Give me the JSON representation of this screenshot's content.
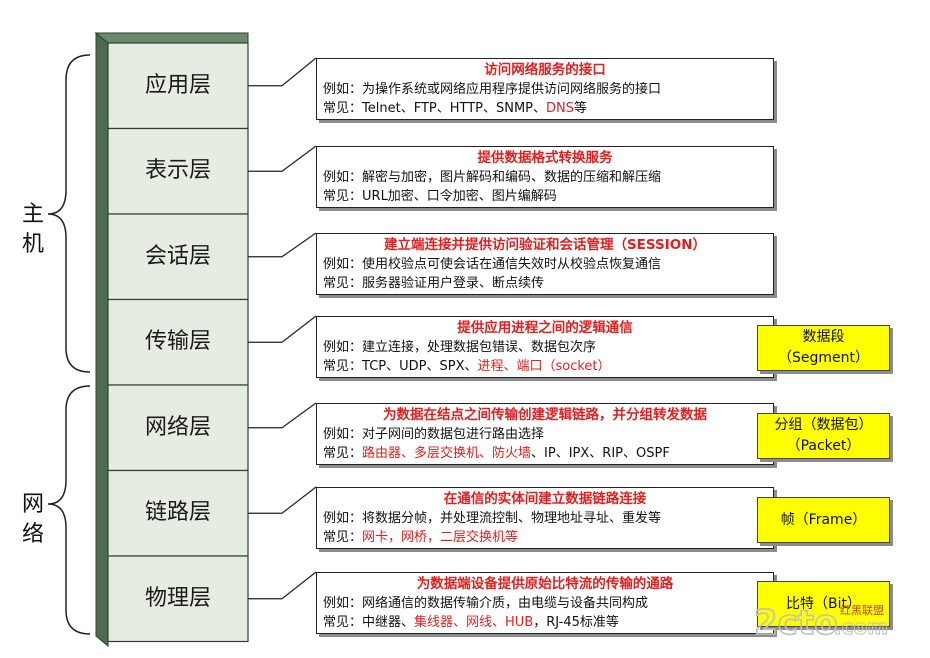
{
  "groups": {
    "host": "主机",
    "network": "网络"
  },
  "layers": [
    {
      "name": "应用层",
      "title": "访问网络服务的接口",
      "example_prefix": "例如：",
      "example": "为操作系统或网络应用程序提供访问网络服务的接口",
      "common_prefix": "常见：",
      "common_black": "Telnet、FTP、HTTP、SNMP、",
      "common_red": "DNS",
      "common_tail": "等"
    },
    {
      "name": "表示层",
      "title": "提供数据格式转换服务",
      "example_prefix": "例如：",
      "example": "解密与加密，图片解码和编码、数据的压缩和解压缩",
      "common_prefix": "常见：",
      "common_black": "URL加密、口令加密、图片编解码",
      "common_red": "",
      "common_tail": ""
    },
    {
      "name": "会话层",
      "title": "建立端连接并提供访问验证和会话管理（SESSION）",
      "example_prefix": "例如：",
      "example": "使用校验点可使会话在通信失效时从校验点恢复通信",
      "common_prefix": "常见：",
      "common_black": "服务器验证用户登录、断点续传",
      "common_red": "",
      "common_tail": ""
    },
    {
      "name": "传输层",
      "title": "提供应用进程之间的逻辑通信",
      "example_prefix": "例如：",
      "example": "建立连接，处理数据包错误、数据包次序",
      "common_prefix": "常见：",
      "common_black": "TCP、UDP、SPX、",
      "common_red": "进程、端口（socket）",
      "common_tail": ""
    },
    {
      "name": "网络层",
      "title": "为数据在结点之间传输创建逻辑链路，并分组转发数据",
      "example_prefix": "例如：",
      "example": "对子网间的数据包进行路由选择",
      "common_prefix": "常见：",
      "common_black": "",
      "common_red": "路由器、多层交换机、防火墙",
      "common_tail": "、IP、IPX、RIP、OSPF"
    },
    {
      "name": "链路层",
      "title": "在通信的实体间建立数据链路连接",
      "example_prefix": "例如：",
      "example": "将数据分帧，并处理流控制、物理地址寻址、重发等",
      "common_prefix": "常见：",
      "common_black": "",
      "common_red": "网卡，网桥，二层交换机等",
      "common_tail": ""
    },
    {
      "name": "物理层",
      "title": "为数据端设备提供原始比特流的传输的通路",
      "example_prefix": "例如：",
      "example": "网络通信的数据传输介质，由电缆与设备共同构成",
      "common_prefix": "常见：",
      "common_black": "中继器、",
      "common_red": "集线器、网线、HUB",
      "common_tail": "，RJ-45标准等"
    }
  ],
  "units": [
    {
      "line1": "数据段",
      "line2": "（Segment）"
    },
    {
      "line1": "分组（数据包）",
      "line2": "（Packet）"
    },
    {
      "line1": "帧（Frame）",
      "line2": ""
    },
    {
      "line1": "比特（Bit）",
      "line2": ""
    }
  ],
  "watermark": {
    "main": "2cto",
    "suffix": ".com",
    "sub": "红黑联盟"
  },
  "colors": {
    "accent_red": "#e02020",
    "unit_fill": "#ffff00",
    "tower_face": "#e7ece3",
    "tower_side": "#4d6b50"
  }
}
